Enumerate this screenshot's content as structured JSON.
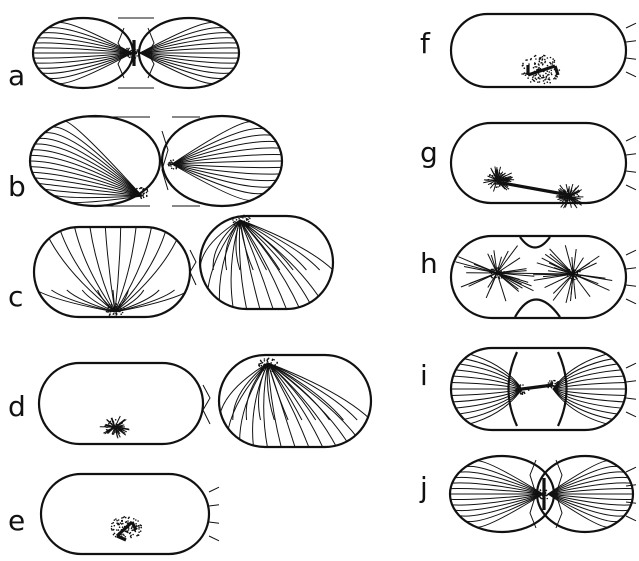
{
  "panels": [
    {
      "id": "a",
      "label": "a"
    },
    {
      "id": "b",
      "label": "b"
    },
    {
      "id": "c",
      "label": "c"
    },
    {
      "id": "d",
      "label": "d"
    },
    {
      "id": "e",
      "label": "e"
    },
    {
      "id": "f",
      "label": "f"
    },
    {
      "id": "g",
      "label": "g"
    },
    {
      "id": "h",
      "label": "h"
    },
    {
      "id": "i",
      "label": "i"
    },
    {
      "id": "j",
      "label": "j"
    }
  ],
  "colors": {
    "ink": "#111111",
    "background": "#ffffff"
  }
}
